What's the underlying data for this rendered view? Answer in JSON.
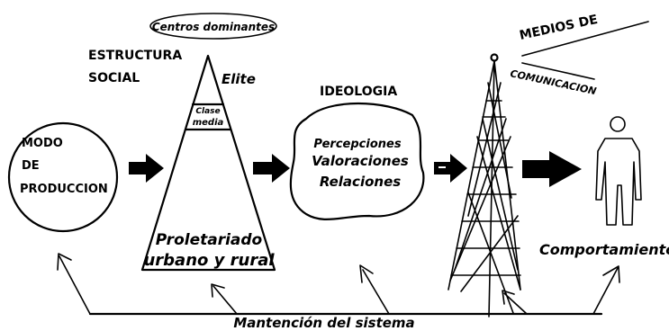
{
  "labels": {
    "centros": "Centros dominantes",
    "estructura_1": "ESTRUCTURA",
    "estructura_2": "SOCIAL",
    "elite": "Elite",
    "clase_1": "Clase",
    "clase_2": "media",
    "proletariado_1": "Proletariado",
    "proletariado_2": "urbano y rural",
    "modo_1": "MODO",
    "modo_2": "DE",
    "modo_3": "PRODUCCION",
    "ideologia": "IDEOLOGIA",
    "percepciones": "Percepciones",
    "valoraciones": "Valoraciones",
    "relaciones": "Relaciones",
    "medios_1": "MEDIOS DE",
    "medios_2": "COMUNICACION",
    "comportamientos": "Comportamientos",
    "mantencion": "Mantención del sistema"
  }
}
